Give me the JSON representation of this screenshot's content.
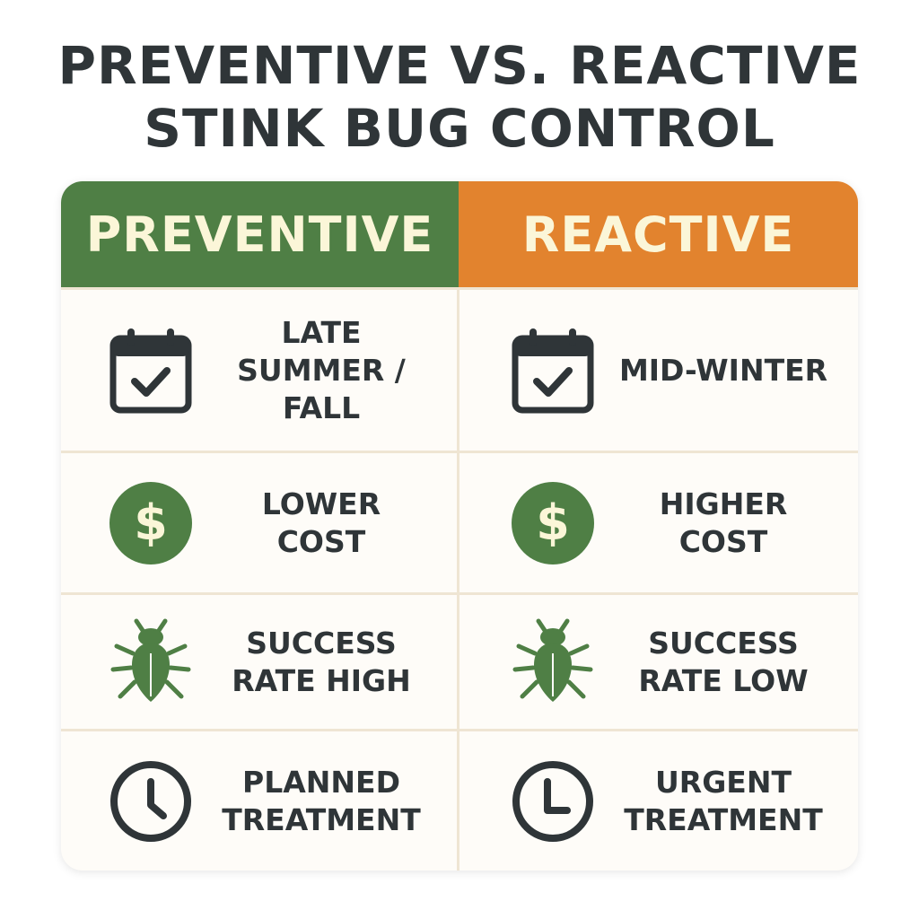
{
  "title": {
    "line1": "PREVENTIVE VS. REACTIVE",
    "line2": "STINK BUG CONTROL"
  },
  "headers": {
    "preventive": "PREVENTIVE",
    "reactive": "REACTIVE"
  },
  "colors": {
    "preventive_header": "#4f7f45",
    "reactive_header": "#e2832e",
    "header_text": "#fbf6d8",
    "icon_green": "#4f7f45",
    "icon_dark": "#2f3538",
    "divider": "#efe5d3"
  },
  "rows": [
    {
      "icon": "calendar-check-icon",
      "preventive": "LATE\nSUMMER /\nFALL",
      "reactive": "MID-WINTER"
    },
    {
      "icon": "dollar-coin-icon",
      "preventive": "LOWER\nCOST",
      "reactive": "HIGHER\nCOST"
    },
    {
      "icon": "stink-bug-icon",
      "preventive": "SUCCESS\nRATE HIGH",
      "reactive": "SUCCESS\nRATE LOW"
    },
    {
      "icon": "clock-icon",
      "preventive": "PLANNED\nTREATMENT",
      "reactive": "URGENT\nTREATMENT"
    }
  ]
}
